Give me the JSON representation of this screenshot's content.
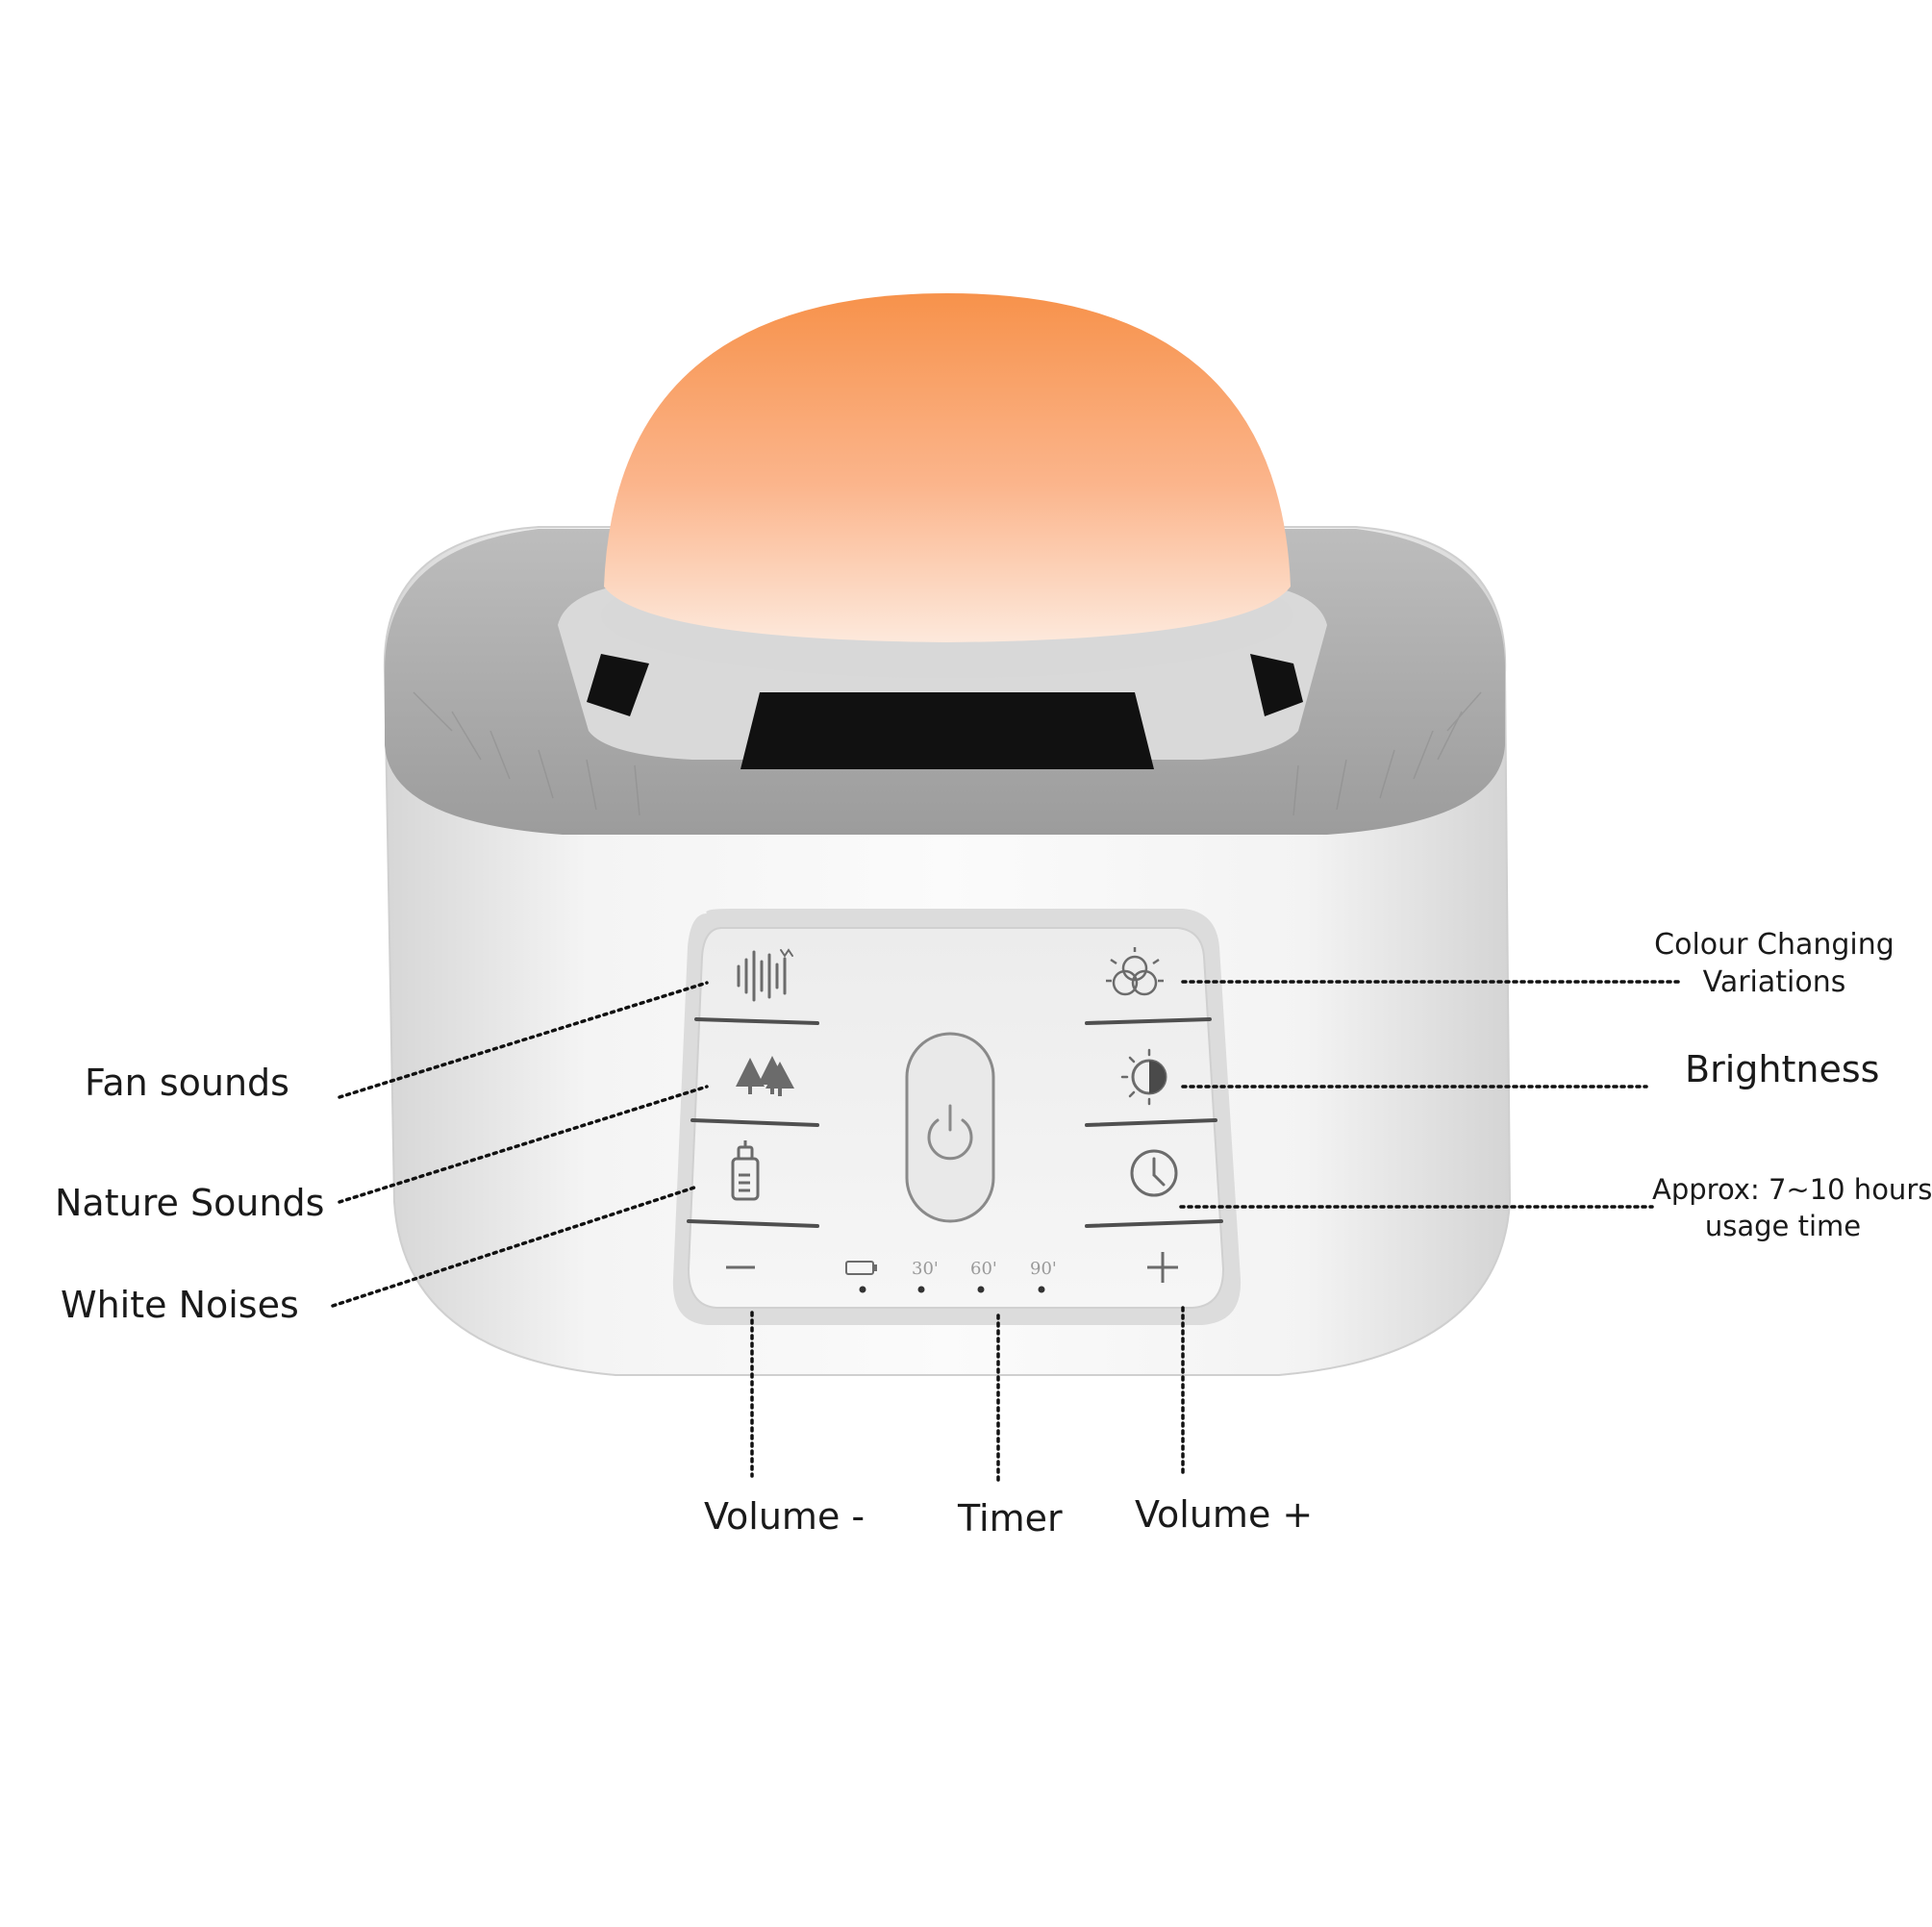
{
  "labels": {
    "fan_sounds": "Fan sounds",
    "nature_sounds": "Nature Sounds",
    "white_noises": "White Noises",
    "colour_changing": "Colour Changing",
    "variations": "Variations",
    "brightness": "Brightness",
    "usage_line1": "Approx: 7~10 hours",
    "usage_line2": "usage time",
    "volume_minus": "Volume -",
    "timer": "Timer",
    "volume_plus": "Volume +"
  },
  "device": {
    "timer_marks": [
      "30'",
      "60'",
      "90'"
    ],
    "icons": {
      "fan": "sound-wave-icon",
      "nature": "trees-icon",
      "white_noise": "bottle-icon",
      "power": "power-icon",
      "colour": "colour-circles-icon",
      "brightness": "brightness-icon",
      "timer": "clock-icon",
      "battery": "battery-icon",
      "minus": "minus-icon",
      "plus": "plus-icon"
    },
    "colors": {
      "dome_top": "#f7924b",
      "dome_bottom": "#fde9dc",
      "body": "#f2f2f2",
      "ring": "#a8a8a8"
    }
  }
}
